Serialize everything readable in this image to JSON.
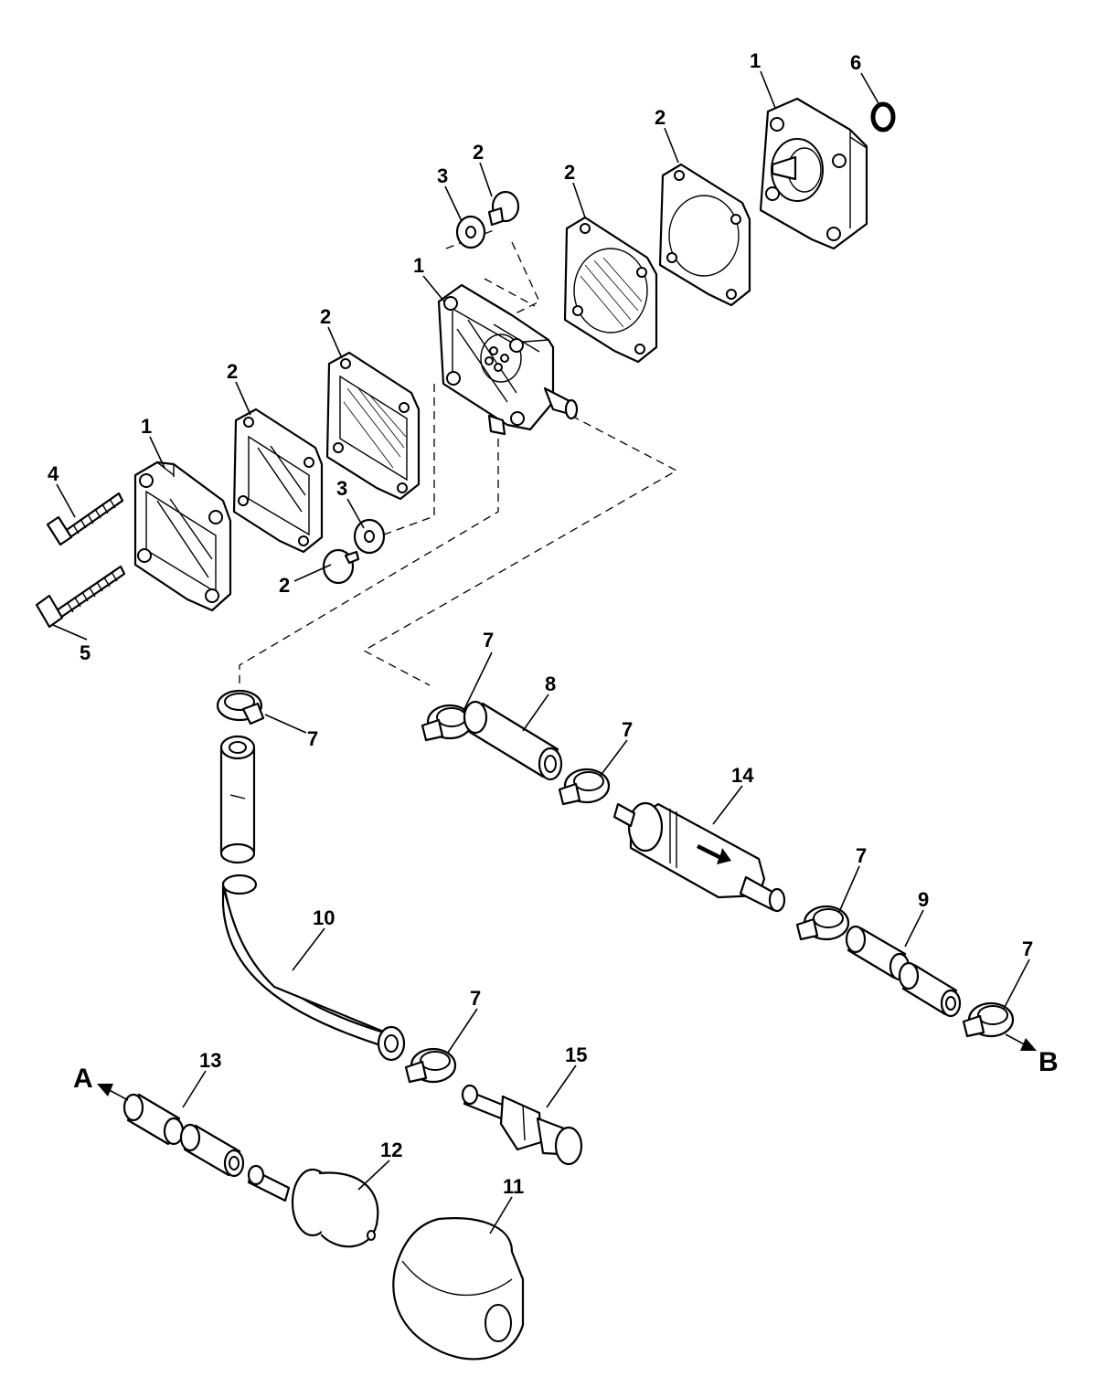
{
  "callouts": {
    "cover_top_1": "1",
    "orng_6": "6",
    "gasket_top_2": "2",
    "diaphragm_top_2": "2",
    "valve_top_2": "2",
    "washer_top_3": "3",
    "pump_body_1": "1",
    "diaphragm_mid_2": "2",
    "gasket_mid_2": "2",
    "cover_base_1": "1",
    "screw_4": "4",
    "screw_5": "5",
    "washer_bot_3": "3",
    "valve_bot_2": "2",
    "clamp_upper_left_7": "7",
    "clamp_upper_right_7": "7",
    "hose_8": "8",
    "clamp_mid_7": "7",
    "filter_14": "14",
    "clamp_right_7": "7",
    "hose_9": "9",
    "clamp_far_right_7": "7",
    "hose_10": "10",
    "clamp_lower_7": "7",
    "fitting_15": "15",
    "hose_13": "13",
    "primer_bulb_12": "12",
    "cap_11": "11"
  },
  "flow": {
    "inlet": "A",
    "outlet": "B"
  }
}
